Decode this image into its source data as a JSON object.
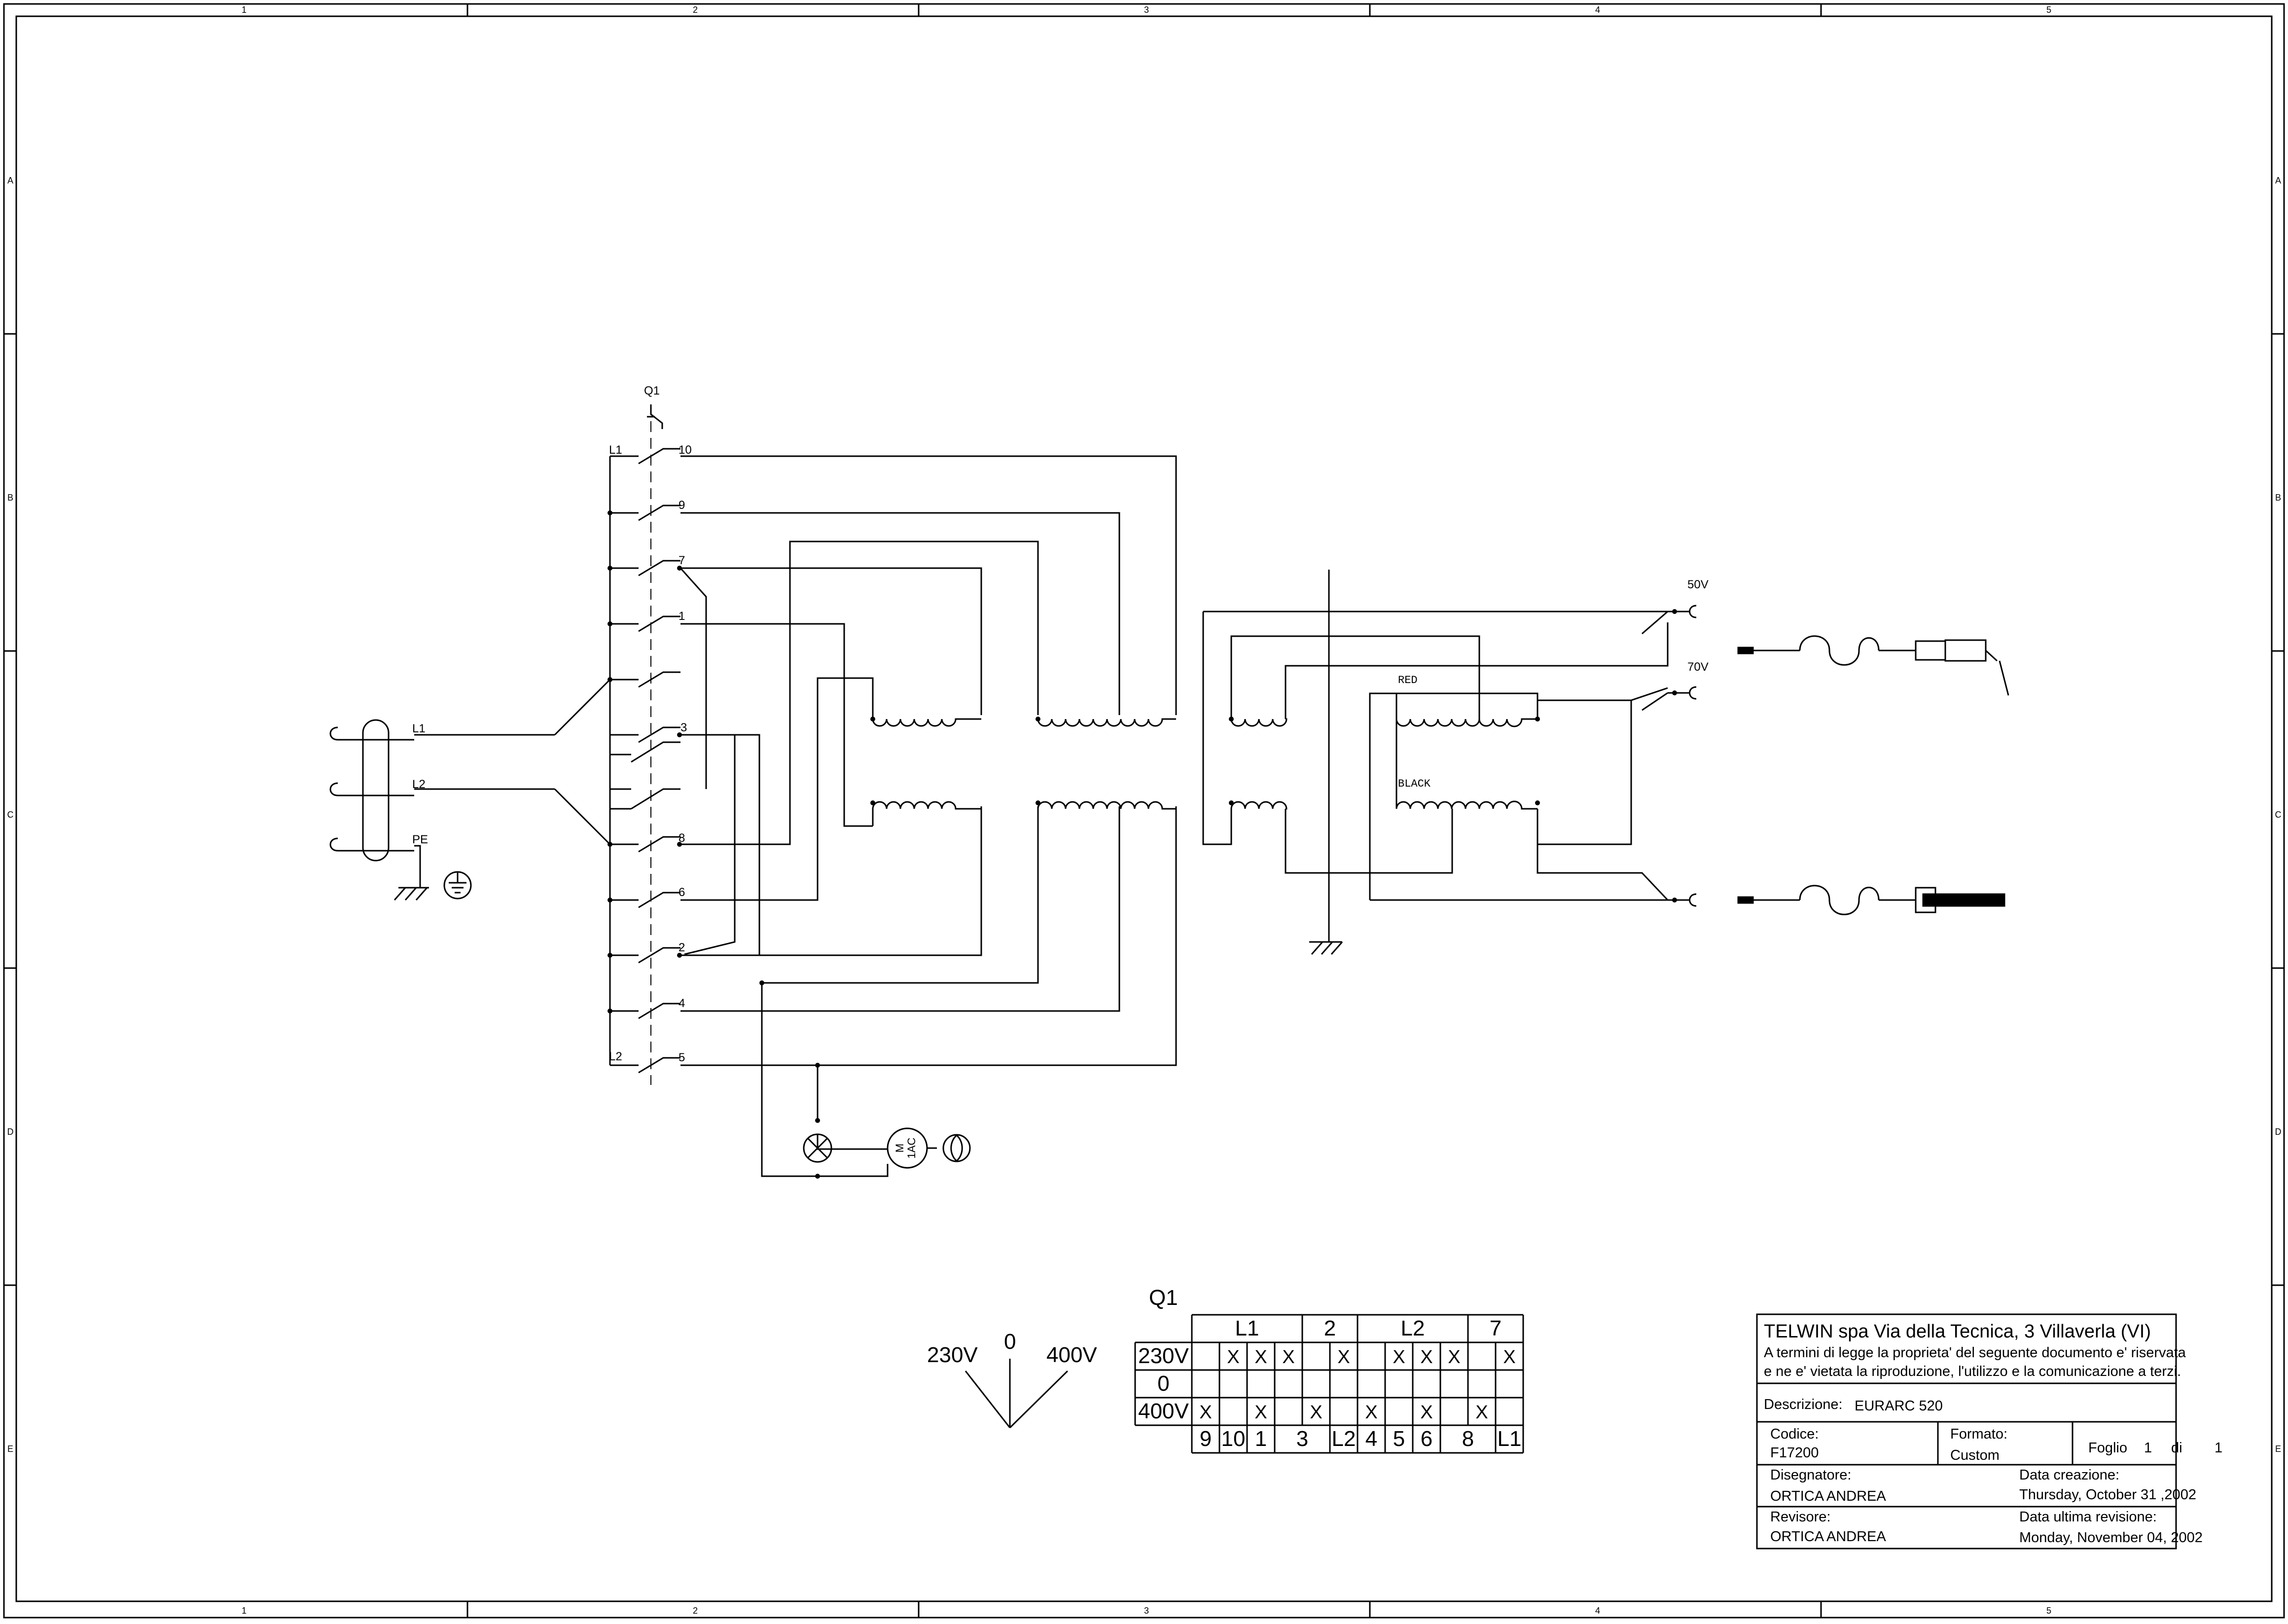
{
  "frame": {
    "columns": [
      "1",
      "2",
      "3",
      "4",
      "5"
    ],
    "rows": [
      "A",
      "B",
      "C",
      "D",
      "E"
    ]
  },
  "switch": {
    "name": "Q1",
    "line_labels": [
      "L1",
      "L2"
    ],
    "contacts": [
      "10",
      "9",
      "7",
      "1",
      "3",
      "8",
      "6",
      "2",
      "4",
      "5"
    ]
  },
  "input": {
    "phases": [
      "L1",
      "L2",
      "PE"
    ]
  },
  "motor": {
    "label_top": "M",
    "label_bottom": "1AC"
  },
  "outputs": {
    "taps": [
      "50V",
      "70V"
    ],
    "windings": [
      "RED",
      "BLACK"
    ]
  },
  "selector": {
    "left": "230V",
    "center": "0",
    "right": "400V"
  },
  "q1_table": {
    "title": "Q1",
    "groups": [
      "L1",
      "2",
      "L2",
      "7"
    ],
    "rows": [
      {
        "label": "230V",
        "cells": [
          "",
          "X",
          "X",
          "X",
          "",
          "X",
          "",
          "X",
          "X",
          "X",
          "",
          "X"
        ]
      },
      {
        "label": "0",
        "cells": [
          "",
          "",
          "",
          "",
          "",
          "",
          "",
          "",
          "",
          "",
          "",
          ""
        ]
      },
      {
        "label": "400V",
        "cells": [
          "X",
          "",
          "X",
          "",
          "X",
          "",
          "X",
          "",
          "X",
          "",
          "X",
          ""
        ]
      }
    ],
    "footer": [
      "9",
      "10",
      "1",
      "3",
      "L2",
      "4",
      "5",
      "6",
      "8",
      "L1"
    ]
  },
  "title_block": {
    "company": "TELWIN spa Via della Tecnica, 3 Villaverla (VI)",
    "notice_1": "A termini di legge la proprieta' del seguente documento e' riservata",
    "notice_2": "e ne e' vietata la riproduzione, l'utilizzo e la comunicazione a terzi.",
    "description_label": "Descrizione:",
    "description_value": "EURARC  520",
    "code_label": "Codice:",
    "code_value": "F17200",
    "format_label": "Formato:",
    "format_value": "Custom",
    "sheet_label": "Foglio",
    "sheet_number": "1",
    "sheet_of": "di",
    "sheet_total": "1",
    "drawer_label": "Disegnatore:",
    "drawer_value": "ORTICA ANDREA",
    "created_label": "Data creazione:",
    "created_value": "Thursday, October 31 ,2002",
    "reviewer_label": "Revisore:",
    "reviewer_value": "ORTICA ANDREA",
    "revised_label": "Data ultima revisione:",
    "revised_value": "Monday, November 04, 2002"
  }
}
